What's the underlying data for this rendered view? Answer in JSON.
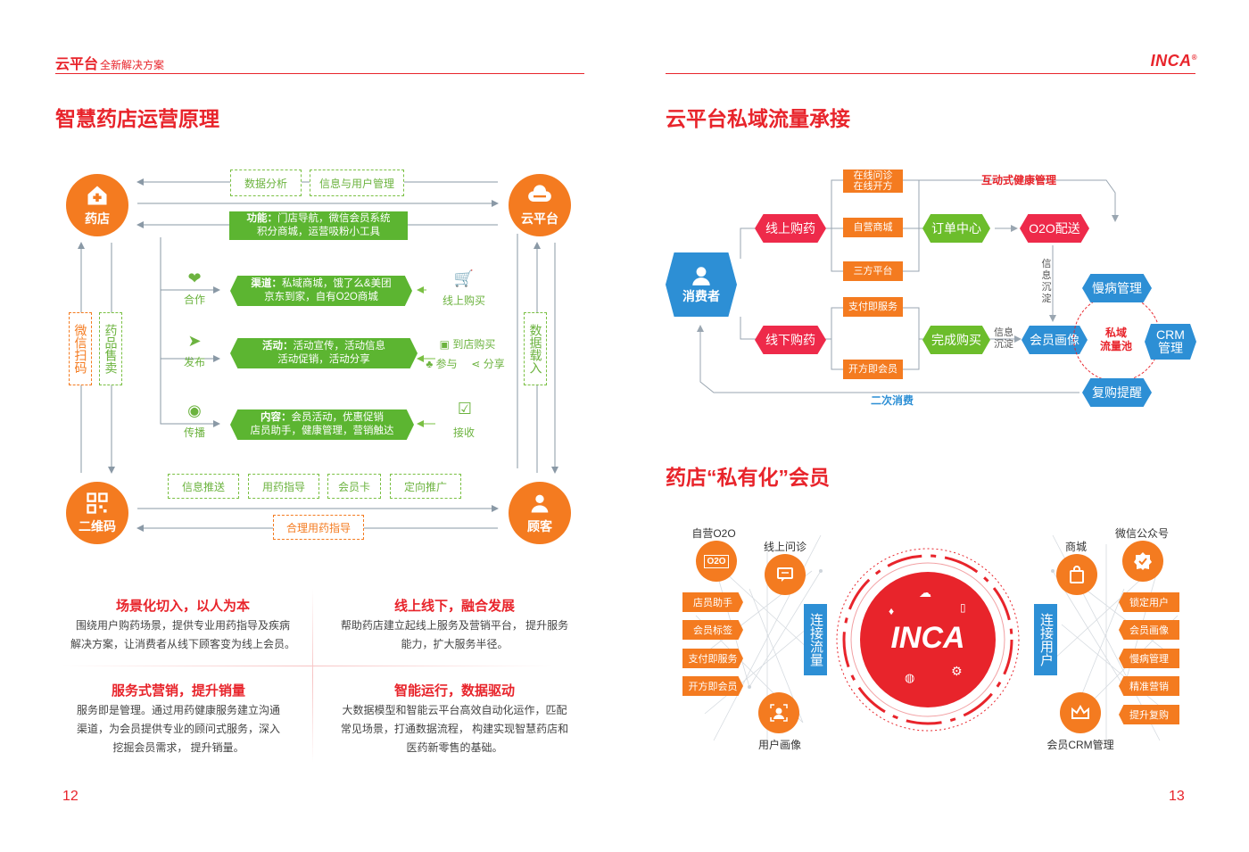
{
  "left_page": {
    "header_brand": "云平台",
    "header_sub": "全新解决方案",
    "section_title": "智慧药店运营原理",
    "page_number": "12",
    "nodes": {
      "pharmacy": "药店",
      "cloud": "云平台",
      "qrcode": "二维码",
      "customer": "顾客"
    },
    "top_dashed": [
      "数据分析",
      "信息与用户管理"
    ],
    "function_box": {
      "label": "功能：",
      "line1": "门店导航，微信会员系统",
      "line2": "积分商城，运营吸粉小工具"
    },
    "vertical_left": [
      "微信扫码",
      "药品售卖"
    ],
    "vertical_right": "数据载入",
    "rows": [
      {
        "left_label": "合作",
        "title": "渠道：",
        "line1": "私域商城，饿了么&美团",
        "line2": "京东到家，自有O2O商城",
        "right_label": "线上购买"
      },
      {
        "left_label": "发布",
        "title": "活动：",
        "line1": "活动宣传，活动信息",
        "line2": "活动促销，活动分享",
        "right_label": "到店购买",
        "right_label2": "参与",
        "right_label3": "分享"
      },
      {
        "left_label": "传播",
        "title": "内容：",
        "line1": "会员活动，优惠促销",
        "line2": "店员助手，健康管理，营销触达",
        "right_label": "接收"
      }
    ],
    "bottom_dashed": [
      "信息推送",
      "用药指导",
      "会员卡",
      "定向推广"
    ],
    "bottom_orange": "合理用药指导",
    "cards": [
      {
        "title": "场景化切入，以人为本",
        "line1": "围绕用户购药场景，提供专业用药指导及疾病",
        "line2": "解决方案，让消费者从线下顾客变为线上会员。"
      },
      {
        "title": "线上线下，融合发展",
        "line1": "帮助药店建立起线上服务及营销平台， 提升服务",
        "line2": "能力，扩大服务半径。"
      },
      {
        "title": "服务式营销，提升销量",
        "line1": "服务即是管理。通过用药健康服务建立沟通",
        "line2": "渠道，为会员提供专业的顾问式服务，深入",
        "line3": "挖掘会员需求， 提升销量。"
      },
      {
        "title": "智能运行，数据驱动",
        "line1": "大数据模型和智能云平台高效自动化运作，匹配",
        "line2": "常见场景，打通数据流程， 构建实现智慧药店和",
        "line3": "医药新零售的基础。"
      }
    ]
  },
  "right_page": {
    "logo": "INCA",
    "section_title_1": "云平台私域流量承接",
    "section_title_2": "药店“私有化”会员",
    "page_number": "13",
    "flow": {
      "consumer": "消费者",
      "online_buy": "线上购药",
      "offline_buy": "线下购药",
      "online_consult_1": "在线问诊",
      "online_consult_2": "在线开方",
      "self_mall": "自营商城",
      "third_party": "三方平台",
      "pay_service": "支付即服务",
      "open_member": "开方即会员",
      "order_center": "订单中心",
      "o2o_delivery": "O2O配送",
      "complete_buy": "完成购买",
      "member_profile": "会员画像",
      "chronic": "慢病管理",
      "crm_1": "CRM",
      "crm_2": "管理",
      "repurchase": "复购提醒",
      "pool_1": "私域",
      "pool_2": "流量池",
      "interactive": "互动式健康管理",
      "info_settle_v": "信息沉淀",
      "info_settle_h1": "信息",
      "info_settle_h2": "沉淀",
      "second_consume": "二次消费"
    },
    "member": {
      "left_icons": [
        "自营O2O",
        "线上问诊",
        "用户画像"
      ],
      "right_icons": [
        "商城",
        "微信公众号",
        "会员CRM管理"
      ],
      "left_tags": [
        "店员助手",
        "会员标签",
        "支付即服务",
        "开方即会员"
      ],
      "right_tags": [
        "锁定用户",
        "会员画像",
        "慢病管理",
        "精准营销",
        "提升复购"
      ],
      "left_blue": "连接流量",
      "right_blue": "连接用户",
      "center_logo": "INCA",
      "o2o_badge": "O2O"
    }
  },
  "colors": {
    "red": "#e8242b",
    "orange": "#f47b20",
    "green": "#5cb531",
    "blue": "#2d8fd5",
    "pink": "#ee2a4a"
  }
}
